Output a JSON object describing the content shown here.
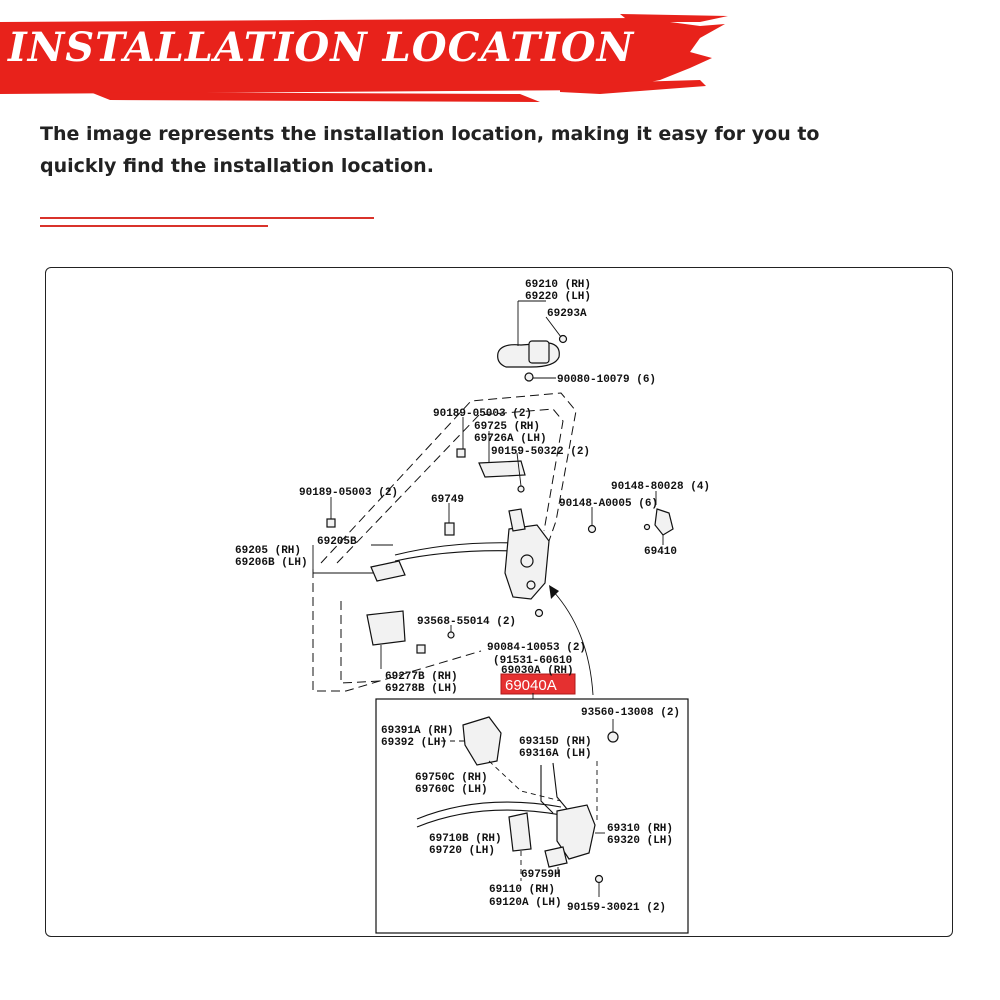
{
  "header": {
    "title": "INSTALLATION LOCATION",
    "banner_color": "#e8221b",
    "intro_text": "The image represents the installation location, making it easy for you to quickly find the installation location.",
    "rule_color": "#d9332b"
  },
  "diagram": {
    "highlight_label": "69040A",
    "highlight_color": "#e53030",
    "labels": {
      "outer_handle_rh": "69210 (RH)",
      "outer_handle_lh": "69220 (LH)",
      "handle_cover": "69293A",
      "handle_screw": "90080-10079 (6)",
      "clip_top": "90189-05003 (2)",
      "rod_guide_rh": "69725 (RH)",
      "rod_guide_lh": "69726A (LH)",
      "screw_upper": "90159-50322 (2)",
      "clip_left": "90189-05003 (2)",
      "rod_clip": "69749",
      "bolt_right": "90148-80028 (4)",
      "bolt_mid": "90148-A0005 (6)",
      "striker": "69410",
      "clamp": "69205B",
      "inner_handle_rh": "69205 (RH)",
      "inner_handle_lh": "69206B (LH)",
      "grommet": "93568-55014 (2)",
      "screw_lower": "90084-10053 (2)",
      "nut_group": "(91531-60610",
      "lock_assy_rh": "69030A (RH)",
      "inner_bezel_rh": "69277B (RH)",
      "inner_bezel_lh": "69278B (LH)",
      "screw_box": "93560-13008 (2)",
      "bracket_rh": "69391A (RH)",
      "bracket_lh": "69392 (LH)",
      "rod_rh": "69315D (RH)",
      "rod_lh": "69316A (LH)",
      "cable_rh": "69750C (RH)",
      "cable_lh": "69760C (LH)",
      "actuator_rh": "69310 (RH)",
      "actuator_lh": "69320 (LH)",
      "cable2_rh": "69710B (RH)",
      "cable2_lh": "69720 (LH)",
      "protector": "69759H",
      "lock_rh": "69110 (RH)",
      "lock_lh": "69120A (LH)",
      "screw_bottom": "90159-30021 (2)"
    }
  }
}
